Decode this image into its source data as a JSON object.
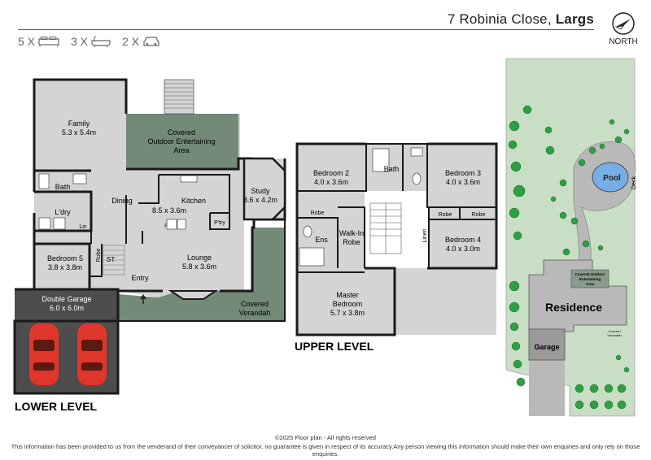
{
  "header": {
    "address_prefix": "7 Robinia Close,",
    "suburb": "Largs",
    "beds": "5 X",
    "baths": "3 X",
    "cars": "2 X",
    "north_label": "NORTH"
  },
  "lower_level": {
    "title": "LOWER LEVEL",
    "rooms": {
      "family": {
        "name": "Family",
        "dims": "5.3 x 5.4m"
      },
      "covered_outdoor": {
        "name1": "Covered",
        "name2": "Outdoor Entertaining",
        "name3": "Area"
      },
      "study": {
        "name": "Study",
        "dims": "3.6 x 4.2m"
      },
      "bath": "Bath",
      "dining": "Dining",
      "kitchen": {
        "name": "Kitchen",
        "dims": "8.5 x 3.6m"
      },
      "laundry": "L'dry",
      "lin": "Lin",
      "ptry": "P'try",
      "f": "F",
      "bedroom5": {
        "name": "Bedroom 5",
        "dims": "3.8 x 3.8m"
      },
      "robe": "Robe",
      "st": "ST",
      "entry": "Entry",
      "lounge": {
        "name": "Lounge",
        "dims": "5.8 x 3.6m"
      },
      "double_garage": {
        "name": "Double Garage",
        "dims": "6.0 x 6.0m"
      },
      "covered_verandah": {
        "name1": "Covered",
        "name2": "Verandah"
      }
    }
  },
  "upper_level": {
    "title": "UPPER LEVEL",
    "rooms": {
      "bedroom2": {
        "name": "Bedroom 2",
        "dims": "4.0 x 3.6m"
      },
      "bath": "Bath",
      "bedroom3": {
        "name": "Bedroom 3",
        "dims": "4.0 x 3.6m"
      },
      "robe_left": "Robe",
      "ens": "Ens",
      "walkin1": "Walk-In",
      "walkin2": "Robe",
      "linen": "Linen",
      "robe_r1": "Robe",
      "robe_r2": "Robe",
      "bedroom4": {
        "name": "Bedroom 4",
        "dims": "4.0 x 3.0m"
      },
      "master": {
        "name1": "Master",
        "name2": "Bedroom",
        "dims": "5.7 x 3.8m"
      }
    }
  },
  "site_plan": {
    "pool": "Pool",
    "deck": "Deck",
    "covered_outdoor1": "Covered Outdoor",
    "covered_outdoor2": "Entertaining",
    "covered_outdoor3": "Area",
    "residence": "Residence",
    "covered_verandah1": "Covered",
    "covered_verandah2": "Verandah",
    "garage": "Garage"
  },
  "colors": {
    "wall": "#1a1a1a",
    "room_grey": "#d4d4d4",
    "outdoor_green": "#728a76",
    "garage_dark": "#4d4d4d",
    "car_red": "#e0362b",
    "site_green": "#c9dfc5",
    "tree_green": "#2f9e44",
    "pool_blue": "#77aee6"
  },
  "footer": {
    "copyright": "©2025 Floor plan  - All rights reserved",
    "disclaimer": "This information has been provided to us from the venderand of their conveyancer of solicitor, no guarantee is given in respect of its accuracy.Any person viewing this information should make their own enquiries and only rely on those enquiries."
  }
}
